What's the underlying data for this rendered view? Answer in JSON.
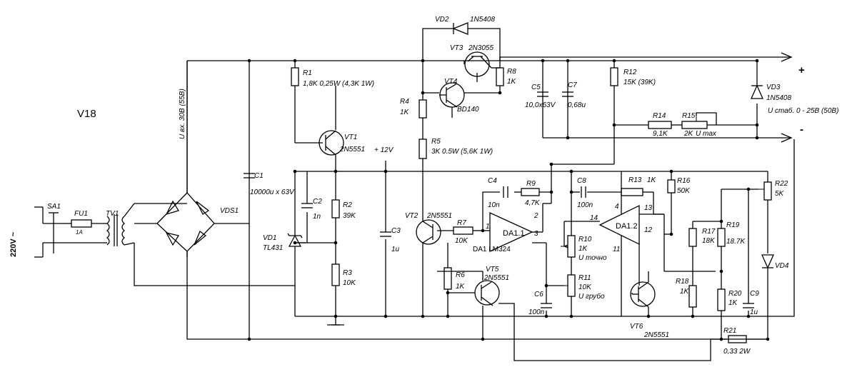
{
  "title": "V18",
  "mains": {
    "voltage": "220V ~",
    "switch": "SA1",
    "fuse": "FU1",
    "fuse_rating": "1A",
    "transformer": "TV1"
  },
  "bridge": "VDS1",
  "input_voltage": "U вх. 30В (55В)",
  "output": {
    "plus": "+",
    "minus": "-",
    "range": "U стаб. 0 - 25В (50В)"
  },
  "rail_12v": "+ 12V",
  "components": {
    "C1": {
      "ref": "C1",
      "value": "10000u x 63V"
    },
    "R1": {
      "ref": "R1",
      "value": "1,8K 0,25W (4,3K 1W)"
    },
    "VT1": {
      "ref": "VT1",
      "value": "2N5551"
    },
    "C2": {
      "ref": "C2",
      "value": "1n"
    },
    "R2": {
      "ref": "R2",
      "value": "39K"
    },
    "VD1": {
      "ref": "VD1",
      "value": "TL431"
    },
    "R3": {
      "ref": "R3",
      "value": "10K"
    },
    "C3": {
      "ref": "C3",
      "value": "1u"
    },
    "VD2": {
      "ref": "VD2",
      "value": "1N5408"
    },
    "VT3": {
      "ref": "VT3",
      "value": "2N3055"
    },
    "VT4": {
      "ref": "VT4",
      "value": "BD140"
    },
    "R4": {
      "ref": "R4",
      "value": "1K"
    },
    "R5": {
      "ref": "R5",
      "value": "3K 0.5W (5,6K 1W)"
    },
    "R8": {
      "ref": "R8",
      "value": "1K"
    },
    "VT2": {
      "ref": "VT2",
      "value": "2N5551"
    },
    "C4": {
      "ref": "C4",
      "value": "10n"
    },
    "R9": {
      "ref": "R9",
      "value": "4,7K"
    },
    "R7": {
      "ref": "R7",
      "value": "10K"
    },
    "DA1_1": {
      "ref": "DA1.1"
    },
    "DA1": {
      "value": "DA1 LM324"
    },
    "R6": {
      "ref": "R6",
      "value": "1K"
    },
    "VT5": {
      "ref": "VT5",
      "value": "2N5551"
    },
    "C6": {
      "ref": "C6",
      "value": "100n"
    },
    "C5": {
      "ref": "C5",
      "value": "10,0x63V"
    },
    "C7": {
      "ref": "C7",
      "value": "0,68u"
    },
    "R12": {
      "ref": "R12",
      "value": "15K (39K)"
    },
    "R14": {
      "ref": "R14",
      "value": "9,1K"
    },
    "R15": {
      "ref": "R15",
      "value": "2K",
      "note": "U max"
    },
    "VD3": {
      "ref": "VD3",
      "value": "1N5408"
    },
    "C8": {
      "ref": "C8",
      "value": "100n"
    },
    "R13": {
      "ref": "R13",
      "value": "1K"
    },
    "R16": {
      "ref": "R16",
      "value": "50K"
    },
    "DA1_2": {
      "ref": "DA1.2"
    },
    "R10": {
      "ref": "R10",
      "value": "1K",
      "note": "U точно"
    },
    "R11": {
      "ref": "R11",
      "value": "10K",
      "note": "U грубо"
    },
    "R22": {
      "ref": "R22",
      "value": "5K"
    },
    "R17": {
      "ref": "R17",
      "value": "18K"
    },
    "R19": {
      "ref": "R19",
      "value": "18.7K"
    },
    "VD4": {
      "ref": "VD4"
    },
    "R18": {
      "ref": "R18",
      "value": "1K"
    },
    "R20": {
      "ref": "R20",
      "value": "1K"
    },
    "C9": {
      "ref": "C9",
      "value": "1u"
    },
    "VT6": {
      "ref": "VT6",
      "value": "2N5551"
    },
    "R21": {
      "ref": "R21",
      "value": "0,33 2W"
    }
  },
  "pins": {
    "p1": "1",
    "p2": "2",
    "p3": "3",
    "p4": "4",
    "p11": "11",
    "p12": "12",
    "p13": "13",
    "p14": "14"
  }
}
